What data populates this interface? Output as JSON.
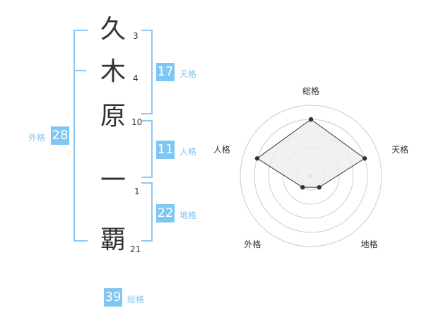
{
  "name_chars": [
    {
      "char": "久",
      "strokes": "3"
    },
    {
      "char": "木",
      "strokes": "4"
    },
    {
      "char": "原",
      "strokes": "10"
    },
    {
      "char": "一",
      "strokes": "1"
    },
    {
      "char": "覇",
      "strokes": "21"
    }
  ],
  "kakusu": {
    "tenkaku": {
      "value": "17",
      "label": "天格"
    },
    "jinkaku": {
      "value": "11",
      "label": "人格"
    },
    "chikaku": {
      "value": "22",
      "label": "地格"
    },
    "gaikaku": {
      "value": "28",
      "label": "外格"
    },
    "soukaku": {
      "value": "39",
      "label": "総格"
    }
  },
  "chart_data": {
    "type": "radar",
    "axes": [
      "総格",
      "天格",
      "地格",
      "外格",
      "人格"
    ],
    "values": [
      4,
      4,
      1,
      1,
      4
    ],
    "rmax": 5,
    "rings": 5,
    "fill_color": "#eeeeee",
    "line_color": "#333333",
    "ring_color": "#cccccc"
  }
}
